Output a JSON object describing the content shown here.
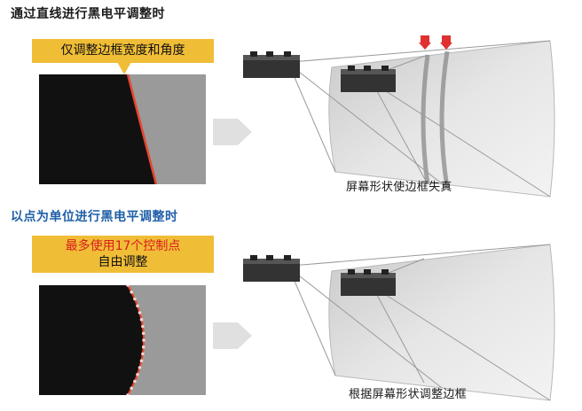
{
  "section_top": {
    "heading": "通过直线进行黑电平调整时",
    "callout": "仅调整边框宽度和角度",
    "caption": "屏幕形状使边框失真"
  },
  "section_bottom": {
    "heading": "以点为单位进行黑电平调整时",
    "callout_line1": "最多使用17个控制点",
    "callout_line2": "自由调整",
    "caption": "根据屏幕形状调整边框"
  },
  "colors": {
    "heading_blue": "#1f5fa8",
    "callout_yellow": "#f0bd36",
    "highlight_red": "#d91d1d",
    "edge_line": "#e8452f",
    "screen_gray": "#d0d0d0"
  }
}
